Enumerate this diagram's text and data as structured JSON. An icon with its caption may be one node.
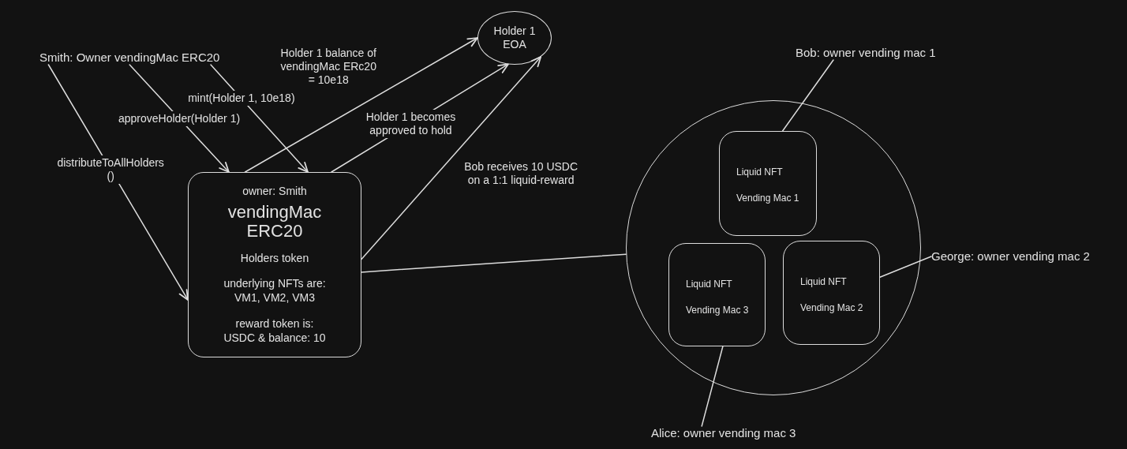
{
  "diagram": {
    "nodes": [
      {
        "text": [
          "Smith: Owner vendingMac ERC20"
        ]
      },
      {
        "text": [
          "Holder 1 EOA"
        ]
      },
      {
        "text": [
          "Bob: owner vending mac 1"
        ]
      },
      {
        "text": [
          "owner: Smith",
          "vendingMac ERC20",
          "Holders token",
          "underlying NFTs are: VM1, VM2, VM3",
          "reward token is: USDC & balance: 10"
        ]
      },
      {
        "text": [],
        "shape": "circle"
      },
      {
        "text": [
          "Liquid NFT",
          "Vending Mac 1"
        ],
        "in": 4
      },
      {
        "text": [
          "Liquid NFT",
          "Vending Mac 3"
        ],
        "in": 4
      },
      {
        "text": [
          "Liquid NFT",
          "Vending Mac 2"
        ],
        "in": 4
      },
      {
        "text": [
          "George: owner vending mac 2"
        ]
      },
      {
        "text": [
          "Alice: owner vending mac 3"
        ]
      }
    ],
    "edges": [
      {
        "from": 0,
        "to": 3,
        "arrow": "to",
        "label": "mint(Holder 1, 10e18)"
      },
      {
        "from": 0,
        "to": 3,
        "arrow": "to",
        "label": "approveHolder(Holder 1)"
      },
      {
        "from": 0,
        "to": 3,
        "arrow": "to",
        "label": "distributeToAllHolders ()"
      },
      {
        "from": 3,
        "to": 1,
        "arrow": "to",
        "label": "Holder 1 becomes approved to hold"
      },
      {
        "from": 3,
        "to": 1,
        "arrow": "to",
        "label": "Holder 1 balance of vendingMac ERc20 = 10e18"
      },
      {
        "from": 3,
        "to": 1,
        "arrow": "to",
        "label": "Bob receives 10 USDC on a 1:1 liquid-reward"
      },
      {
        "from": 3,
        "to": 4,
        "arrow": "none"
      },
      {
        "from": 2,
        "to": 5,
        "arrow": "none"
      },
      {
        "from": 8,
        "to": 7,
        "arrow": "none"
      },
      {
        "from": 9,
        "to": 6,
        "arrow": "none"
      }
    ]
  }
}
